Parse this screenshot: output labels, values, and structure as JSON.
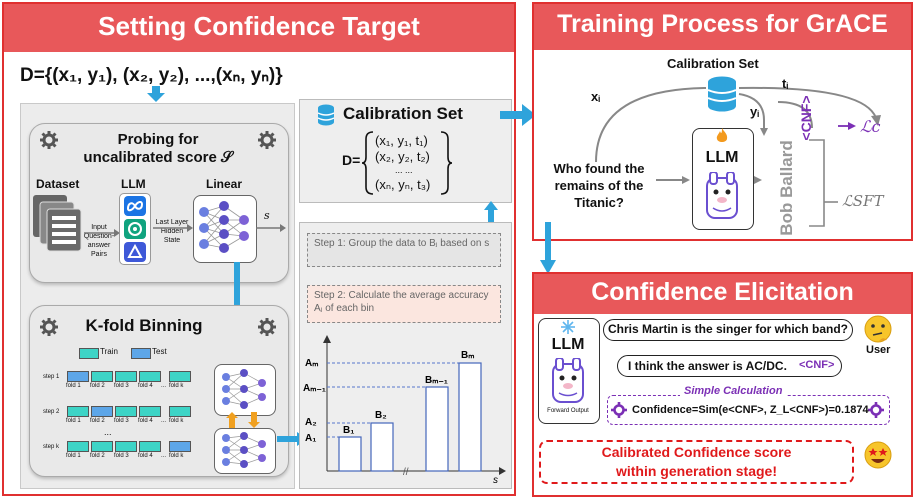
{
  "left_panel": {
    "title": "Setting Confidence Target",
    "dataset_formula": "D={(x₁, y₁), (x₂, y₂), ...,(xₙ, yₙ)}",
    "probing": {
      "title_line1": "Probing for",
      "title_line2": "uncalibrated score 𝒮",
      "dataset_label": "Dataset",
      "llm_label": "LLM",
      "linear_label": "Linear",
      "qa_label_lines": [
        "Input",
        "Question-",
        "answer",
        "Pairs"
      ],
      "hidden_label_lines": [
        "Last Layer",
        "Hidden",
        "State"
      ],
      "s_label": "s"
    },
    "kfold": {
      "title": "K-fold Binning",
      "legend_train": "Train",
      "legend_test": "Test",
      "steps": [
        "step 1",
        "step 2",
        "step k"
      ],
      "step_dots": "...",
      "folds": [
        "fold 1",
        "fold 2",
        "fold 3",
        "fold 4",
        "...",
        "fold k"
      ]
    },
    "calibration_set": {
      "title": "Calibration Set",
      "prefix": "D=",
      "rows": [
        "(x₁, y₁, t₁)",
        "(x₂, y₂, t₂)",
        "... ...",
        "(xₙ, yₙ, t₃)"
      ]
    },
    "step1": "Step 1: Group the data to Bⱼ based on s",
    "step2": "Step 2: Calculate the average accuracy Aⱼ of each bin",
    "bins_chart": {
      "y_labels": [
        "A₁",
        "A₂",
        "Aₘ₋₁",
        "Aₘ"
      ],
      "bar_labels": [
        "B₁",
        "B₂",
        "Bₘ₋₁",
        "Bₘ"
      ],
      "x_label": "s",
      "gap_mark": "//"
    }
  },
  "right_top": {
    "title": "Training Process for GrACE",
    "calibration_set_label": "Calibration Set",
    "x_label": "xᵢ",
    "y_label": "yᵢ",
    "t_label": "tᵢ",
    "question": "Who found the remains of the Titanic?",
    "llm_label": "LLM",
    "answer_text": "Bob Ballard",
    "cnf_token": "<CNF>",
    "loss_c": "ℒc",
    "loss_sft": "ℒSFT"
  },
  "right_bottom": {
    "title": "Confidence Elicitation",
    "llm_label": "LLM",
    "forward_label": "Forward Output",
    "user_question": "Chris Martin is the singer for which band?",
    "user_label": "User",
    "answer_text": "I think the answer is AC/DC.",
    "cnf_token": "<CNF>",
    "calc_title": "Simple Calculation",
    "formula": "Confidence=Sim(e<CNF>, Z_L<CNF>)=0.1874",
    "calibrated_line1": "Calibrated Confidence score",
    "calibrated_line2": "within generation stage!"
  },
  "colors": {
    "panel_border": "#e03030",
    "title_bg": "#e8585a",
    "arrow_blue": "#2ea3db",
    "purple": "#7b2fb5",
    "red_text": "#e0191b"
  }
}
